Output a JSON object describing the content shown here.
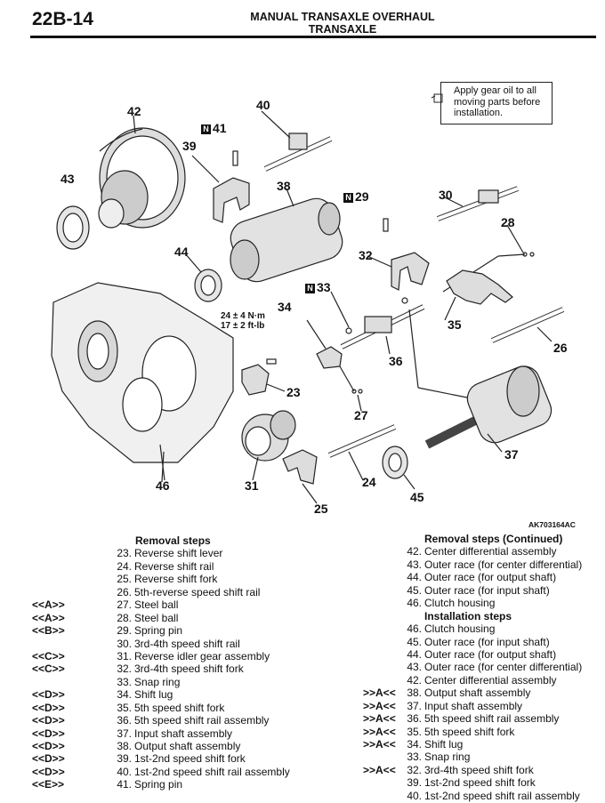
{
  "header": {
    "page_number": "22B-14",
    "title": "MANUAL TRANSAXLE OVERHAUL",
    "subtitle": "TRANSAXLE"
  },
  "note": "Apply gear oil to all moving parts before installation.",
  "torque": {
    "nm": "24 ± 4 N·m",
    "ftlb": "17 ± 2 ft-lb"
  },
  "figure_code": "AK703164AC",
  "callouts": [
    "42",
    "43",
    "N 41",
    "40",
    "39",
    "38",
    "N 29",
    "30",
    "44",
    "32",
    "28",
    "N 33",
    "34",
    "24 ± 4 N·m",
    "35",
    "26",
    "36",
    "23",
    "27",
    "37",
    "46",
    "31",
    "24",
    "45",
    "25"
  ],
  "left_column": {
    "heading": "Removal steps",
    "items": [
      {
        "code": "",
        "num": "23.",
        "text": "Reverse shift lever"
      },
      {
        "code": "",
        "num": "24.",
        "text": "Reverse shift rail"
      },
      {
        "code": "",
        "num": "25.",
        "text": "Reverse shift fork"
      },
      {
        "code": "",
        "num": "26.",
        "text": "5th-reverse speed shift rail"
      },
      {
        "code": "<<A>>",
        "num": "27.",
        "text": "Steel ball"
      },
      {
        "code": "<<A>>",
        "num": "28.",
        "text": "Steel ball"
      },
      {
        "code": "<<B>>",
        "num": "29.",
        "text": "Spring pin"
      },
      {
        "code": "",
        "num": "30.",
        "text": "3rd-4th speed shift rail"
      },
      {
        "code": "<<C>>",
        "num": "31.",
        "text": "Reverse idler gear assembly"
      },
      {
        "code": "<<C>>",
        "num": "32.",
        "text": "3rd-4th speed shift fork"
      },
      {
        "code": "",
        "num": "33.",
        "text": "Snap ring"
      },
      {
        "code": "<<D>>",
        "num": "34.",
        "text": "Shift lug"
      },
      {
        "code": "<<D>>",
        "num": "35.",
        "text": "5th speed shift fork"
      },
      {
        "code": "<<D>>",
        "num": "36.",
        "text": "5th speed shift rail assembly"
      },
      {
        "code": "<<D>>",
        "num": "37.",
        "text": "Input shaft assembly"
      },
      {
        "code": "<<D>>",
        "num": "38.",
        "text": "Output shaft assembly"
      },
      {
        "code": "<<D>>",
        "num": "39.",
        "text": "1st-2nd speed shift fork"
      },
      {
        "code": "<<D>>",
        "num": "40.",
        "text": "1st-2nd speed shift rail assembly"
      },
      {
        "code": "<<E>>",
        "num": "41.",
        "text": "Spring pin"
      }
    ]
  },
  "right_column": {
    "heading_removal": "Removal steps (Continued)",
    "removal_items": [
      {
        "code": "",
        "num": "42.",
        "text": "Center differential assembly"
      },
      {
        "code": "",
        "num": "43.",
        "text": "Outer race (for center differential)"
      },
      {
        "code": "",
        "num": "44.",
        "text": "Outer race (for output shaft)"
      },
      {
        "code": "",
        "num": "45.",
        "text": "Outer race (for input shaft)"
      },
      {
        "code": "",
        "num": "46.",
        "text": "Clutch housing"
      }
    ],
    "heading_install": "Installation steps",
    "install_items": [
      {
        "code": "",
        "num": "46.",
        "text": "Clutch housing"
      },
      {
        "code": "",
        "num": "45.",
        "text": "Outer race (for input shaft)"
      },
      {
        "code": "",
        "num": "44.",
        "text": "Outer race (for output shaft)"
      },
      {
        "code": "",
        "num": "43.",
        "text": "Outer race (for center differential)"
      },
      {
        "code": "",
        "num": "42.",
        "text": "Center differential assembly"
      },
      {
        "code": ">>A<<",
        "num": "38.",
        "text": "Output shaft assembly"
      },
      {
        "code": ">>A<<",
        "num": "37.",
        "text": "Input shaft assembly"
      },
      {
        "code": ">>A<<",
        "num": "36.",
        "text": "5th speed shift rail assembly"
      },
      {
        "code": ">>A<<",
        "num": "35.",
        "text": "5th speed shift fork"
      },
      {
        "code": ">>A<<",
        "num": "34.",
        "text": "Shift lug"
      },
      {
        "code": "",
        "num": "33.",
        "text": "Snap ring"
      },
      {
        "code": ">>A<<",
        "num": "32.",
        "text": "3rd-4th speed shift fork"
      },
      {
        "code": "",
        "num": "39.",
        "text": "1st-2nd speed shift fork"
      },
      {
        "code": "",
        "num": "40.",
        "text": "1st-2nd speed shift rail assembly"
      }
    ]
  }
}
